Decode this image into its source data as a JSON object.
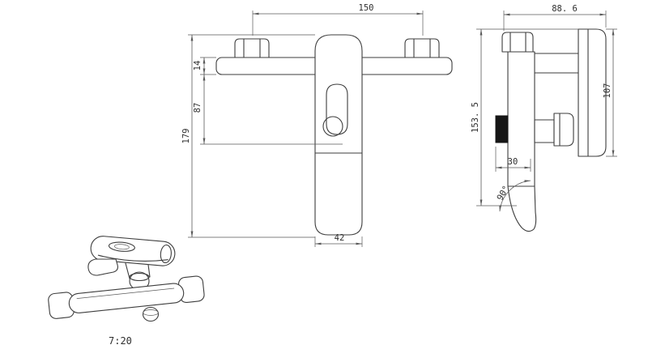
{
  "drawing": {
    "type": "technical-drawing",
    "subject": "wall-mounted shower mixer faucet",
    "scale_label": "7:20",
    "front_view": {
      "dim_mount_centers": "150",
      "dim_bar_thickness": "14",
      "dim_upper_height": "87",
      "dim_total_height": "179",
      "dim_bottom_width": "42"
    },
    "side_view": {
      "dim_depth": "88. 6",
      "dim_total_height": "153. 5",
      "dim_plate_height": "107",
      "dim_front_offset": "30",
      "dim_lever_angle": "90°"
    }
  },
  "colors": {
    "background": "#ffffff",
    "outline": "#3d3d3d",
    "dimension": "#5a5a5a",
    "dark_fill": "#161616"
  }
}
